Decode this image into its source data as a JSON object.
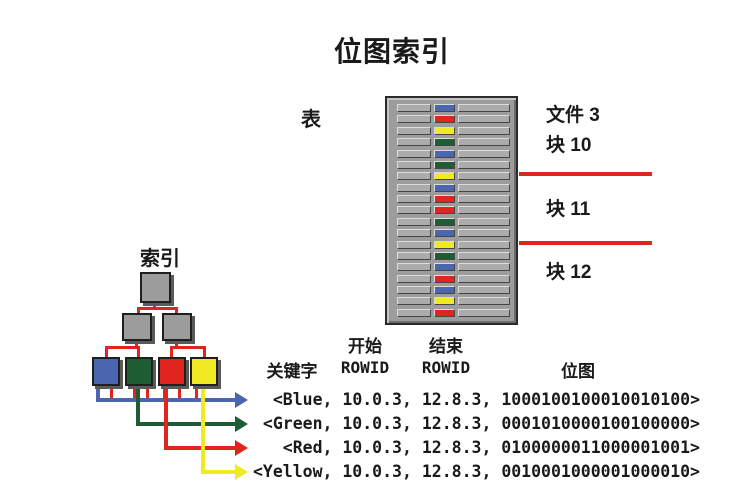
{
  "title": "位图索引",
  "colors": {
    "blue": "#4a66ae",
    "green": "#1e5c33",
    "red": "#e0251f",
    "yellow": "#f0ea25",
    "connector_red": "#e0251f",
    "square_gray": "#9c9c9c"
  },
  "table": {
    "label": "表",
    "row_colors": [
      "blue",
      "red",
      "yellow",
      "green",
      "blue",
      "green",
      "yellow",
      "blue",
      "red",
      "red",
      "green",
      "blue",
      "yellow",
      "green",
      "blue",
      "red",
      "blue",
      "yellow",
      "red"
    ]
  },
  "file_block_labels": {
    "file": "文件 3",
    "block10": "块 10",
    "block11": "块 11",
    "block12": "块 12"
  },
  "index_tree": {
    "label": "索引",
    "leaf_order": [
      "blue",
      "green",
      "red",
      "yellow"
    ]
  },
  "entries_header": {
    "keyword": "关键字",
    "start": "开始",
    "start_sub": "ROWID",
    "end": "结束",
    "end_sub": "ROWID",
    "bitmap": "位图"
  },
  "entries": [
    {
      "color": "blue",
      "text": "<Blue, 10.0.3, 12.8.3, 1000100100010010100>"
    },
    {
      "color": "green",
      "text": "<Green, 10.0.3, 12.8.3, 0001010000100100000>"
    },
    {
      "color": "red",
      "text": "<Red, 10.0.3, 12.8.3, 0100000011000001001>"
    },
    {
      "color": "yellow",
      "text": "<Yellow, 10.0.3, 12.8.3, 0010001000001000010>"
    }
  ]
}
